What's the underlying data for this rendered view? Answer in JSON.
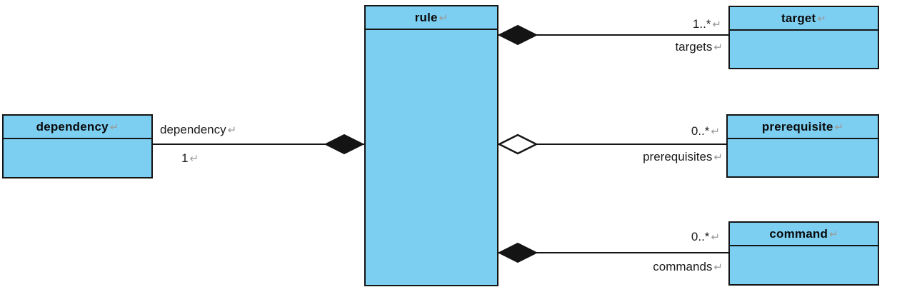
{
  "diagram": {
    "type": "uml-class-diagram",
    "return_mark": "↵",
    "colors": {
      "box_fill": "#7DCFF2",
      "box_border": "#141414",
      "line": "#141414",
      "return_mark": "#9a9a9a"
    },
    "classes": {
      "rule": {
        "title": "rule"
      },
      "target": {
        "title": "target"
      },
      "prerequisite": {
        "title": "prerequisite"
      },
      "command": {
        "title": "command"
      },
      "dependency": {
        "title": "dependency"
      }
    },
    "associations": {
      "rule_target": {
        "from": "rule",
        "to": "target",
        "diamond": "composition-filled",
        "multiplicity": "1..*",
        "role": "targets"
      },
      "rule_prerequisite": {
        "from": "rule",
        "to": "prerequisite",
        "diamond": "aggregation-hollow",
        "multiplicity": "0..*",
        "role": "prerequisites"
      },
      "rule_command": {
        "from": "rule",
        "to": "command",
        "diamond": "composition-filled",
        "multiplicity": "0..*",
        "role": "commands"
      },
      "dependency_rule": {
        "from": "dependency",
        "to": "rule",
        "diamond": "composition-filled",
        "multiplicity": "1",
        "role": "dependency"
      }
    }
  }
}
